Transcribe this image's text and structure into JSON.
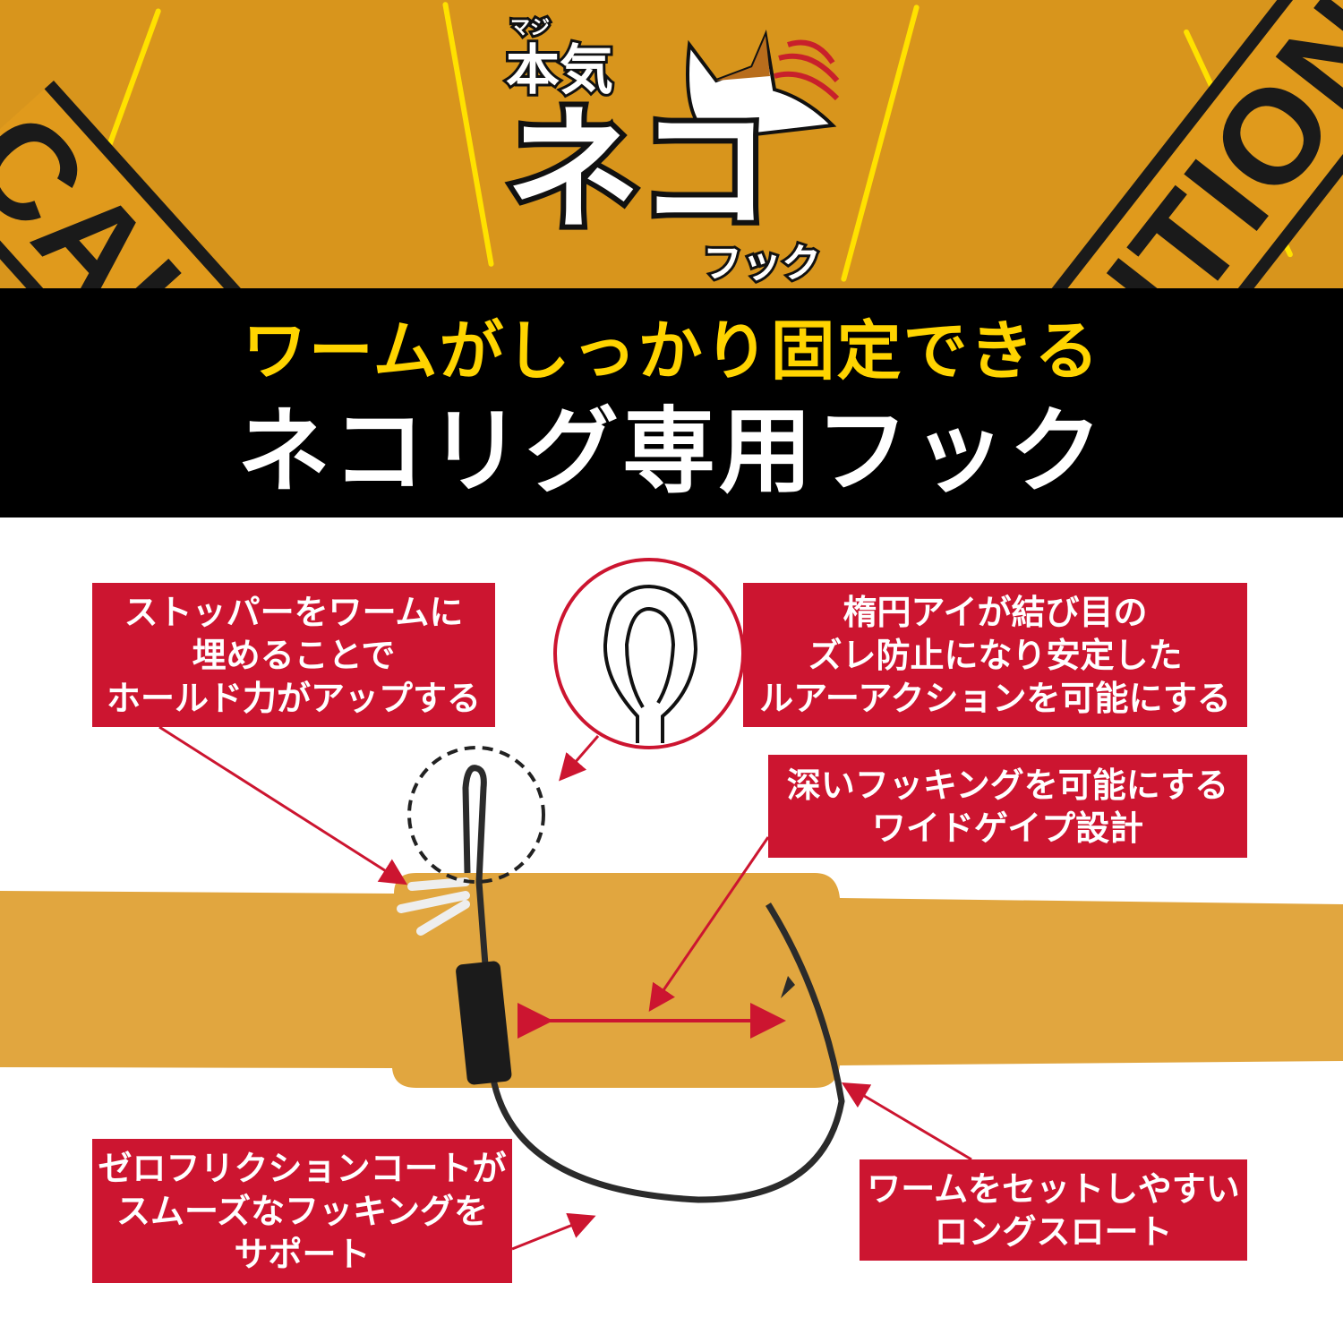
{
  "hero": {
    "tape_text": "CAUTION",
    "logo": {
      "ruby": "マジ",
      "kanji": "本気",
      "main": "ネコ",
      "sub": "フック"
    }
  },
  "headline": {
    "line1": "ワームがしっかり固定できる",
    "line2": "ネコリグ専用フック"
  },
  "callouts": [
    {
      "lines": [
        "ストッパーをワームに",
        "埋めることで",
        "ホールド力がアップする"
      ]
    },
    {
      "lines": [
        "楕円アイが結び目の",
        "ズレ防止になり安定した",
        "ルアーアクションを可能にする"
      ]
    },
    {
      "lines": [
        "深いフッキングを可能にする",
        "ワイドゲイプ設計"
      ]
    },
    {
      "lines": [
        "ゼロフリクションコートが",
        "スムーズなフッキングを",
        "サポート"
      ]
    },
    {
      "lines": [
        "ワームをセットしやすい",
        "ロングスロート"
      ]
    }
  ],
  "colors": {
    "hero_orange": "#d8951c",
    "accent_yellow": "#ffd400",
    "callout_red": "#cc1530",
    "worm_tan": "#e1a63f",
    "band_black": "#000000"
  }
}
